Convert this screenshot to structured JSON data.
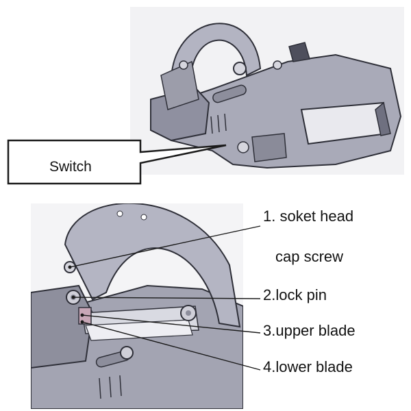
{
  "callout": {
    "text": "Switch"
  },
  "parts": [
    {
      "number_label": "1. soket head",
      "continuation": "cap screw"
    },
    {
      "number_label": "2.lock pin"
    },
    {
      "number_label": "3.upper blade"
    },
    {
      "number_label": "4.lower blade"
    }
  ],
  "colors": {
    "body_metal": "#a7a8b6",
    "body_dark": "#6f7080",
    "outline": "#2e2f38",
    "background": "#ffffff"
  }
}
